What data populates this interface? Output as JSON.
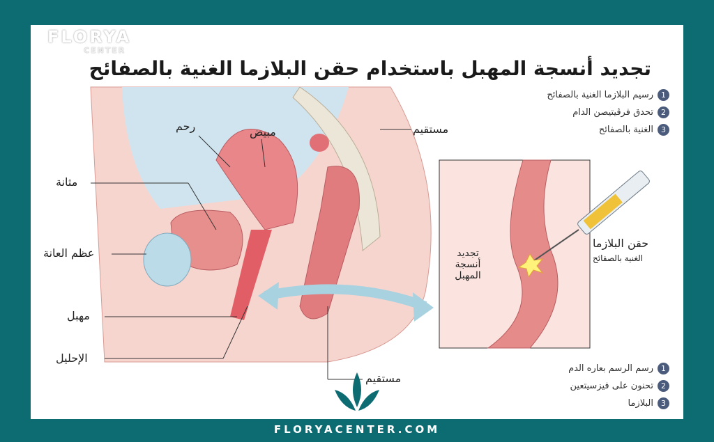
{
  "title": "تجديد أنسجة المهبل باستخدام حقن البلازما الغنية بالصفائح",
  "logo": {
    "brand": "FLORYA",
    "sub": "CENTER"
  },
  "labels": {
    "uterus": "رحم",
    "ovary": "مبيض",
    "bladder": "مثانة",
    "pubic_bone": "عظم العانة",
    "vagina": "مهبل",
    "urethra": "الإحليل",
    "rectum_top": "مستقيم",
    "rectum_bottom": "مستقيم",
    "regeneration": "تجديد أنسجة المهبل",
    "injection_line1": "حقن البلازما",
    "injection_line2": "الغنية بالصفائح"
  },
  "list_top": [
    {
      "n": "1",
      "text": "رسيم البلازما الغنية بالصفائح"
    },
    {
      "n": "2",
      "text": "تحدق فرڤيتيصن الدام"
    },
    {
      "n": "3",
      "text": "الغنية بالصفائح"
    }
  ],
  "list_bottom": [
    {
      "n": "1",
      "text": "رسم الرسم بعاره الدم"
    },
    {
      "n": "2",
      "text": "تحنون على فيزسيتعين"
    },
    {
      "n": "3",
      "text": "البلازما"
    }
  ],
  "footer": "FLORYACENTER.COM",
  "colors": {
    "frame": "#0d6b72",
    "tissue": "#f2b6b0",
    "arrow": "#cfe6ee"
  }
}
